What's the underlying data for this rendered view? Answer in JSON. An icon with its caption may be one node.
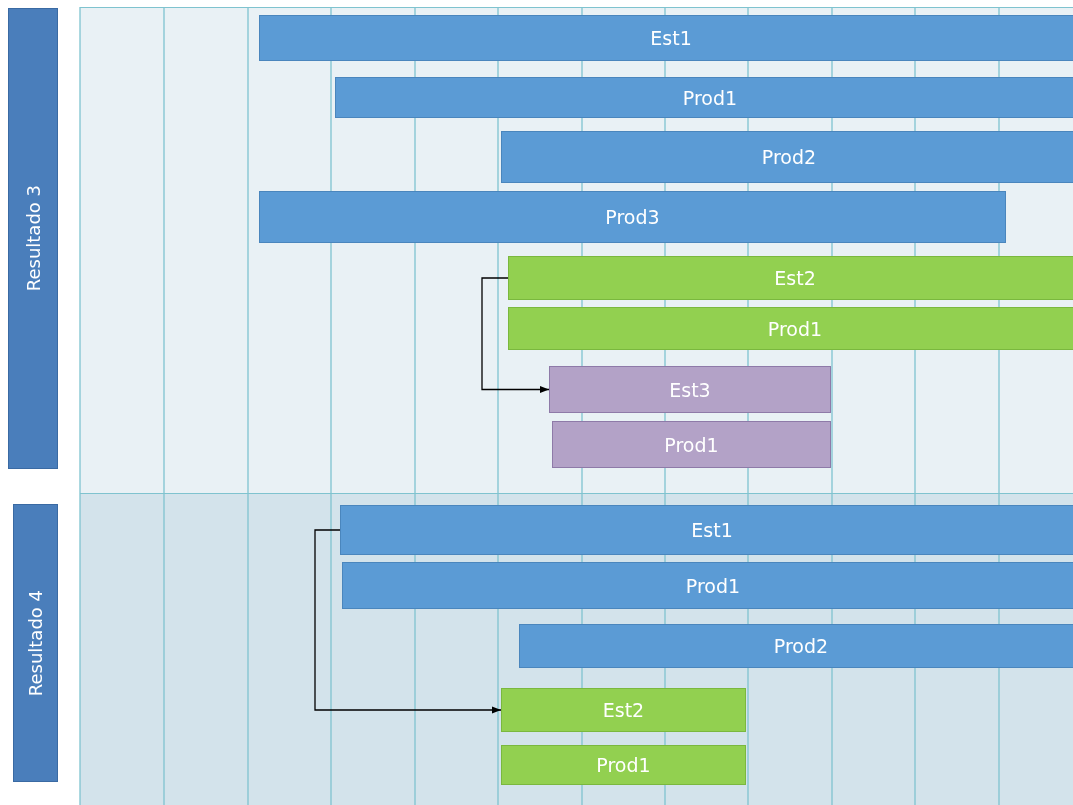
{
  "diagram": {
    "nodes": [
      {
        "text": [
          "Resultado 3"
        ]
      },
      {
        "text": [
          "Est1"
        ]
      },
      {
        "text": [
          "Prod1"
        ]
      },
      {
        "text": [
          "Prod2"
        ]
      },
      {
        "text": [
          "Prod3"
        ]
      },
      {
        "text": [
          "Est2"
        ]
      },
      {
        "text": [
          "Prod1"
        ]
      },
      {
        "text": [
          "Est3"
        ]
      },
      {
        "text": [
          "Prod1"
        ]
      },
      {
        "text": [
          "Resultado 4"
        ]
      },
      {
        "text": [
          "Est1"
        ]
      },
      {
        "text": [
          "Prod1"
        ]
      },
      {
        "text": [
          "Prod2"
        ]
      },
      {
        "text": [
          "Est2"
        ]
      },
      {
        "text": [
          "Prod1"
        ]
      }
    ],
    "edges": [
      {
        "from": 5,
        "to": 7,
        "arrow": "to"
      },
      {
        "from": 10,
        "to": 13,
        "arrow": "to"
      }
    ]
  }
}
